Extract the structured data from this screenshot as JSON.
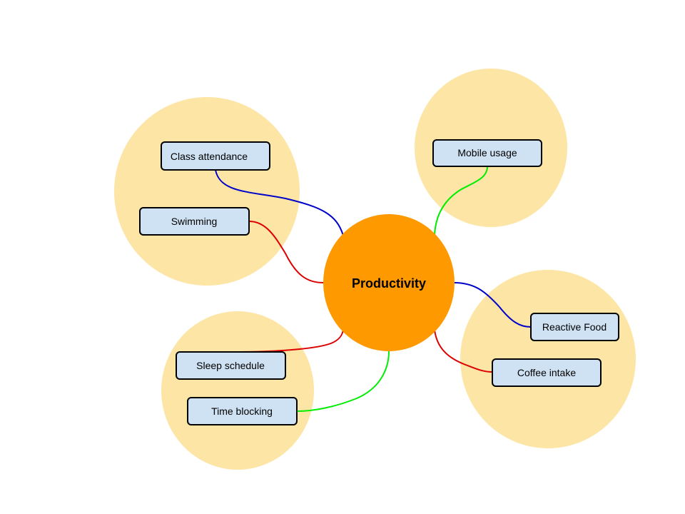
{
  "center": {
    "label": "Productivity",
    "color": "#ff9900"
  },
  "colors": {
    "cluster_fill": "#fce5a5",
    "node_fill": "#cfe2f3",
    "node_border": "#000000",
    "connector_blue": "#0000cc",
    "connector_red": "#dd0000",
    "connector_green": "#00ee00"
  },
  "nodes": {
    "class_attendance": {
      "label": "Class attendance",
      "connector": "blue"
    },
    "swimming": {
      "label": "Swimming",
      "connector": "red"
    },
    "mobile_usage": {
      "label": "Mobile usage",
      "connector": "green"
    },
    "reactive_food": {
      "label": "Reactive Food",
      "connector": "blue"
    },
    "coffee_intake": {
      "label": "Coffee intake",
      "connector": "red"
    },
    "sleep_schedule": {
      "label": "Sleep schedule",
      "connector": "red"
    },
    "time_blocking": {
      "label": "Time blocking",
      "connector": "green"
    }
  }
}
